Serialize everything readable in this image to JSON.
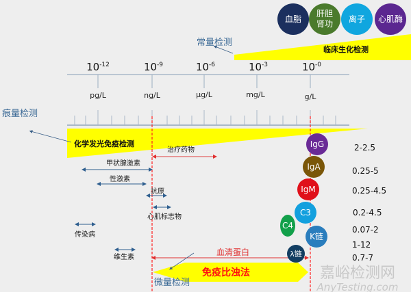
{
  "categories_top": [
    {
      "label": "血脂",
      "color": "#1b2f5e"
    },
    {
      "label1": "肝胆",
      "label2": "肾功",
      "color": "#4a7a2c"
    },
    {
      "label": "离子",
      "color": "#10a6df"
    },
    {
      "label": "心肌酶",
      "color": "#5b2790"
    }
  ],
  "labels": {
    "constant": "常量检测",
    "clinical": "临床生化检测",
    "trace": "痕量检测",
    "chemi": "化学发光免疫检测",
    "micro": "微量检测",
    "turbidity": "免疫比浊法",
    "serum": "血清蛋白"
  },
  "scale": [
    {
      "base": "10",
      "exp": "-12",
      "unit": "pg/L"
    },
    {
      "base": "10",
      "exp": "-9",
      "unit": "ng/L"
    },
    {
      "base": "10",
      "exp": "-6",
      "unit": "μg/L"
    },
    {
      "base": "10",
      "exp": "-3",
      "unit": "mg/L"
    },
    {
      "base": "10",
      "exp": "-0",
      "unit": "g/L"
    }
  ],
  "ranges": [
    {
      "label": "治疗药物"
    },
    {
      "label": "甲状腺激素"
    },
    {
      "label": "性激素"
    },
    {
      "label": "抗原"
    },
    {
      "label": "心肌标志物"
    },
    {
      "label": "传染病"
    },
    {
      "label": "维生素"
    }
  ],
  "proteins": [
    {
      "label": "IgG",
      "value": "2-2.5",
      "color": "#6a2a96"
    },
    {
      "label": "IgA",
      "value": "0.25-5",
      "color": "#7a5608"
    },
    {
      "label": "IgM",
      "value": "0.25-4.5",
      "color": "#e0101a"
    },
    {
      "label": "C3",
      "value": "0.2-4.5",
      "color": "#13a0de"
    },
    {
      "label": "C4",
      "value": "0.07-2",
      "color": "#12a04a"
    },
    {
      "label": "K链",
      "value": "1-12",
      "color": "#2a7dbd"
    },
    {
      "label": "λ链",
      "value": "0.7-7",
      "color": "#123e62"
    }
  ],
  "watermark": {
    "cn": "嘉峪检测网",
    "en": "AnyTesting.com"
  }
}
